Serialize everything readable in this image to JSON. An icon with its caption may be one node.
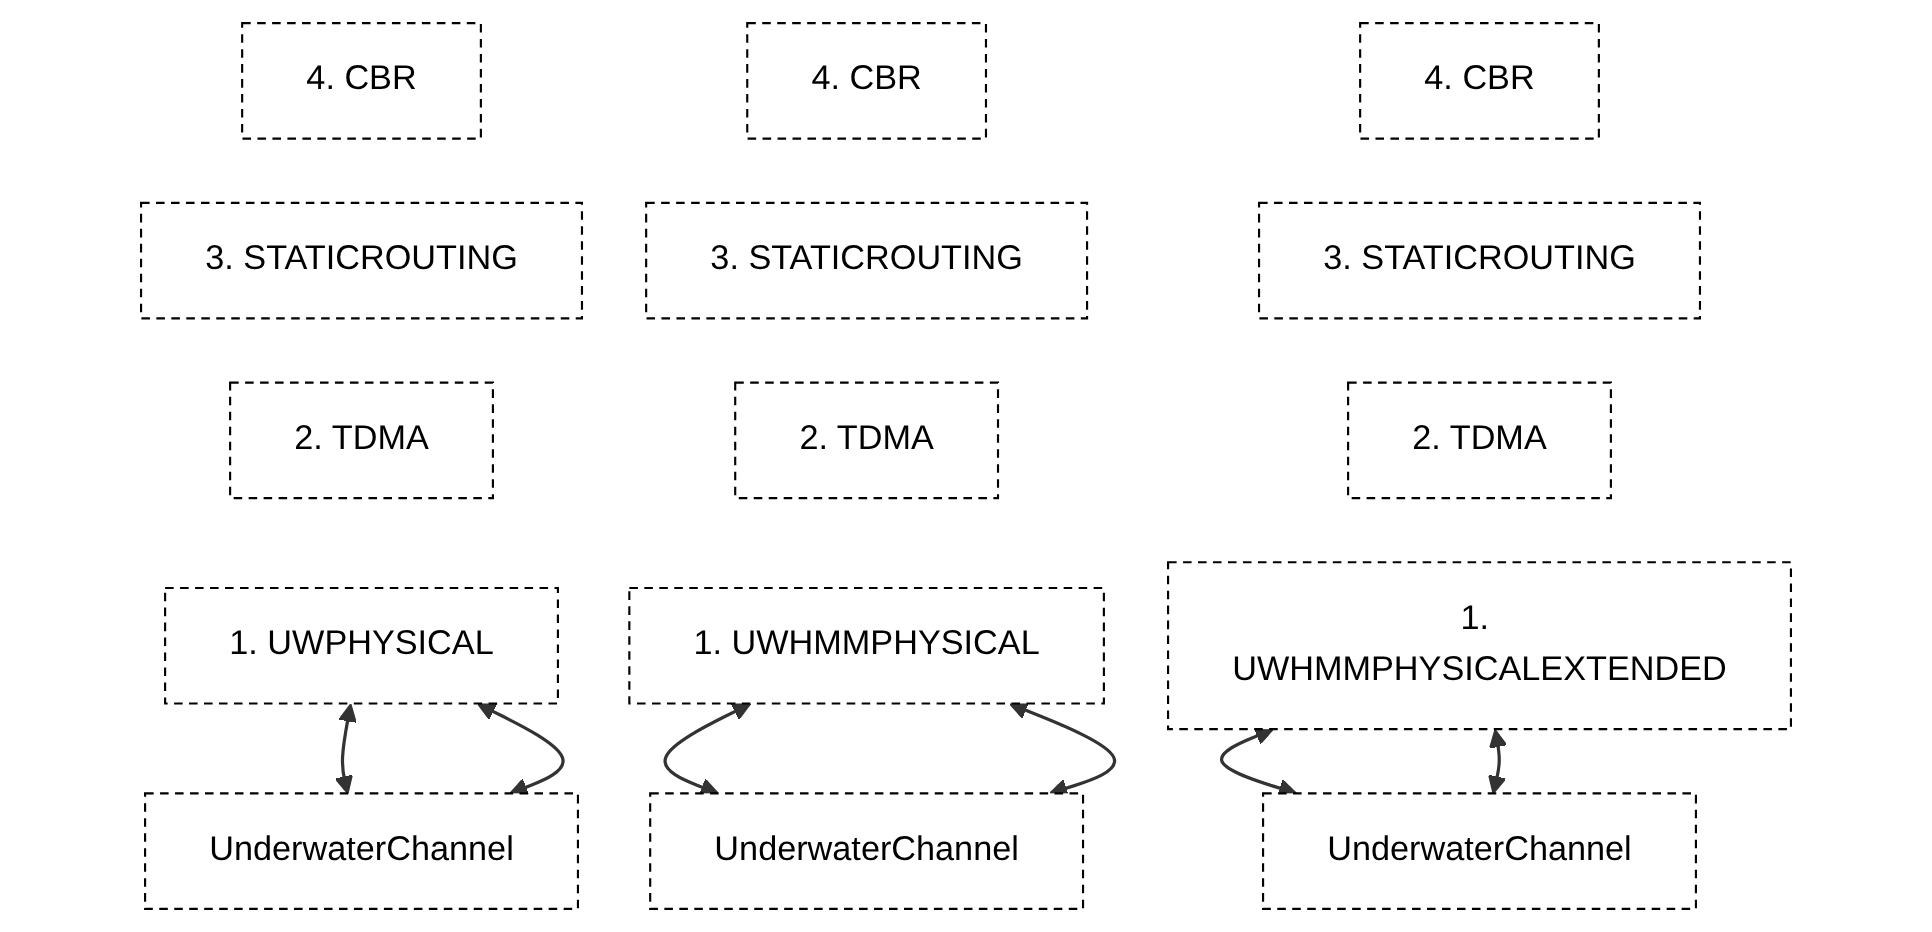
{
  "diagram": {
    "nodes": [
      {
        "text": [
          "4. CBR"
        ]
      },
      {
        "text": [
          "3. STATICROUTING"
        ]
      },
      {
        "text": [
          "2. TDMA"
        ]
      },
      {
        "text": [
          "1. UWPHYSICAL"
        ]
      },
      {
        "text": [
          "UnderwaterChannel"
        ]
      },
      {
        "text": [
          "4. CBR"
        ]
      },
      {
        "text": [
          "3. STATICROUTING"
        ]
      },
      {
        "text": [
          "2. TDMA"
        ]
      },
      {
        "text": [
          "1. UWHMMPHYSICAL"
        ]
      },
      {
        "text": [
          "UnderwaterChannel"
        ]
      },
      {
        "text": [
          "4. CBR"
        ]
      },
      {
        "text": [
          "3. STATICROUTING"
        ]
      },
      {
        "text": [
          "2. TDMA"
        ]
      },
      {
        "text": [
          "1. UWHMMPHYSICALEXTENDED"
        ]
      },
      {
        "text": [
          "UnderwaterChannel"
        ]
      }
    ],
    "edges": [
      {
        "from": 3,
        "to": 4,
        "arrow": "both"
      },
      {
        "from": 3,
        "to": 4,
        "arrow": "both"
      },
      {
        "from": 8,
        "to": 9,
        "arrow": "both"
      },
      {
        "from": 8,
        "to": 9,
        "arrow": "both"
      },
      {
        "from": 13,
        "to": 14,
        "arrow": "both"
      },
      {
        "from": 13,
        "to": 14,
        "arrow": "both"
      }
    ]
  }
}
